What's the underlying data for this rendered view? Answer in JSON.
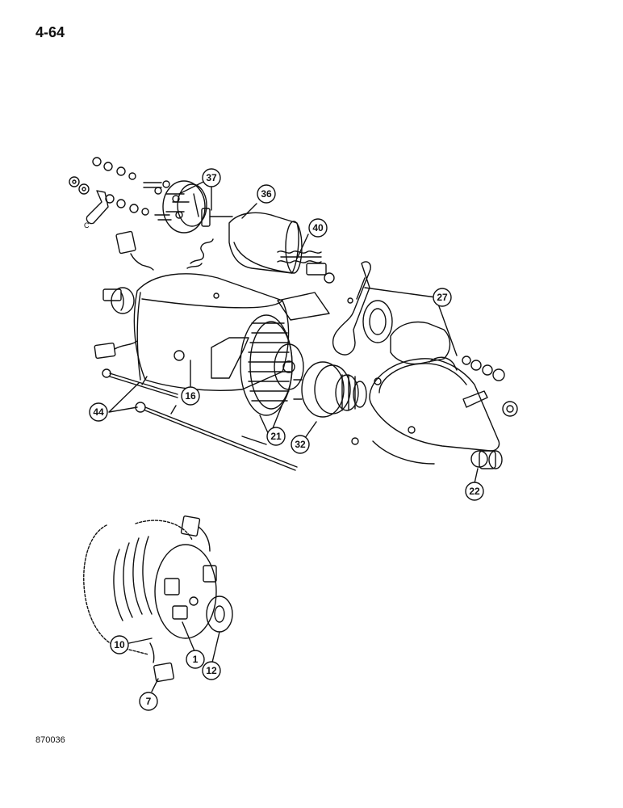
{
  "page_number": "4-64",
  "figure_code": "870036",
  "callouts": [
    "37",
    "36",
    "40",
    "27",
    "16",
    "44",
    "21",
    "32",
    "22",
    "10",
    "1",
    "12",
    "7"
  ]
}
